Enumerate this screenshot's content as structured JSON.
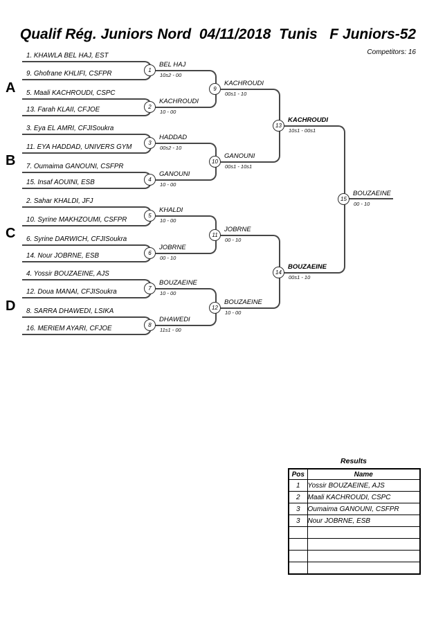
{
  "header": {
    "title": "Qualif Rég. Juniors Nord  04/11/2018  Tunis   F Juniors-52",
    "competitors": "Competitors: 16"
  },
  "groups": [
    {
      "label": "A"
    },
    {
      "label": "B"
    },
    {
      "label": "C"
    },
    {
      "label": "D"
    }
  ],
  "players": [
    {
      "label": "1. KHAWLA BEL HAJ, EST"
    },
    {
      "label": "9. Ghofrane KHLIFI, CSFPR"
    },
    {
      "label": "5. Maali KACHROUDI, CSPC"
    },
    {
      "label": "13. Farah KLAII, CFJOE"
    },
    {
      "label": "3. Eya EL AMRI, CFJISoukra"
    },
    {
      "label": "11. EYA HADDAD, UNIVERS GYM"
    },
    {
      "label": "7. Oumaima GANOUNI, CSFPR"
    },
    {
      "label": "15. Insaf AOUINI, ESB"
    },
    {
      "label": "2. Sahar KHALDI, JFJ"
    },
    {
      "label": "10. Syrine MAKHZOUMI, CSFPR"
    },
    {
      "label": "6. Syrine DARWICH, CFJISoukra"
    },
    {
      "label": "14. Nour JOBRNE, ESB"
    },
    {
      "label": "4. Yossir BOUZAEINE, AJS"
    },
    {
      "label": "12. Doua MANAI, CFJISoukra"
    },
    {
      "label": "8. SARRA DHAWEDI, LSIKA"
    },
    {
      "label": "16. MERIEM AYARI, CFJOE"
    }
  ],
  "matches": [
    {
      "n": "1",
      "winner": "BEL HAJ",
      "score": "10s2 - 00"
    },
    {
      "n": "2",
      "winner": "KACHROUDI",
      "score": "10 - 00"
    },
    {
      "n": "3",
      "winner": "HADDAD",
      "score": "00s2 - 10"
    },
    {
      "n": "4",
      "winner": "GANOUNI",
      "score": "10 - 00"
    },
    {
      "n": "5",
      "winner": "KHALDI",
      "score": "10 - 00"
    },
    {
      "n": "6",
      "winner": "JOBRNE",
      "score": "00 - 10"
    },
    {
      "n": "7",
      "winner": "BOUZAEINE",
      "score": "10 - 00"
    },
    {
      "n": "8",
      "winner": "DHAWEDI",
      "score": "11s1 - 00"
    },
    {
      "n": "9",
      "winner": "KACHROUDI",
      "score": "00s1 - 10"
    },
    {
      "n": "10",
      "winner": "GANOUNI",
      "score": "00s1 - 10s1"
    },
    {
      "n": "11",
      "winner": "JOBRNE",
      "score": "00 - 10"
    },
    {
      "n": "12",
      "winner": "BOUZAEINE",
      "score": "10 - 00"
    },
    {
      "n": "13",
      "winner": "KACHROUDI",
      "score": "10s1 - 00s1"
    },
    {
      "n": "14",
      "winner": "BOUZAEINE",
      "score": "00s1 - 10"
    },
    {
      "n": "15",
      "winner": "BOUZAEINE",
      "score": "00 - 10"
    }
  ],
  "results": {
    "title": "Results",
    "col_pos": "Pos",
    "col_name": "Name",
    "rows": [
      {
        "pos": "1",
        "name": "Yossir BOUZAEINE, AJS"
      },
      {
        "pos": "2",
        "name": "Maali KACHROUDI, CSPC"
      },
      {
        "pos": "3",
        "name": "Oumaima GANOUNI, CSFPR"
      },
      {
        "pos": "3",
        "name": "Nour JOBRNE, ESB"
      },
      {
        "pos": "",
        "name": ""
      },
      {
        "pos": "",
        "name": ""
      },
      {
        "pos": "",
        "name": ""
      },
      {
        "pos": "",
        "name": ""
      }
    ]
  }
}
